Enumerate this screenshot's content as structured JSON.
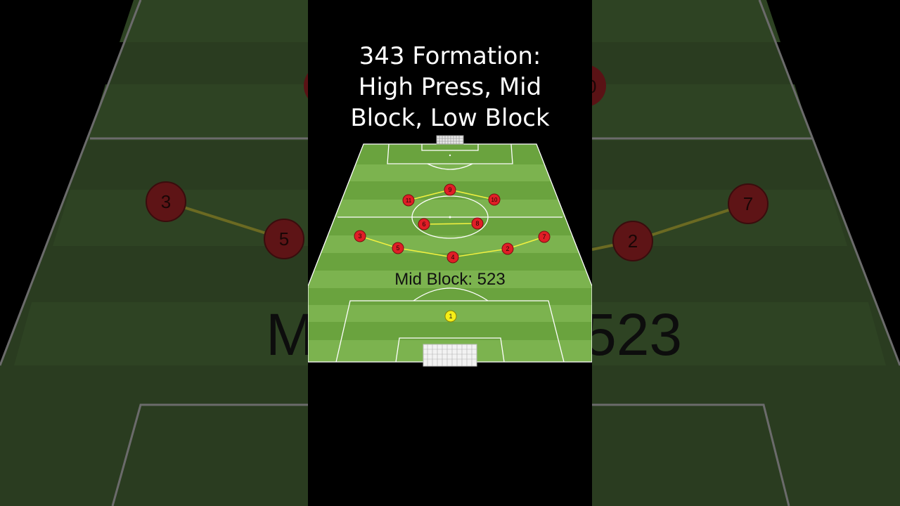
{
  "title_lines": [
    "343 Formation:",
    "High Press, Mid",
    "Block, Low Block"
  ],
  "caption": "Mid Block: 523",
  "background_caption": {
    "left_fragment": "M",
    "right_fragment": "523"
  },
  "colors": {
    "pitch_light": "#7cb34f",
    "pitch_dark": "#6aa33e",
    "player_fill": "#e01e26",
    "goalkeeper_fill": "#f4ee18",
    "link_line": "#f0f040"
  },
  "players": [
    {
      "number": "1",
      "role": "goalkeeper"
    },
    {
      "number": "2"
    },
    {
      "number": "3"
    },
    {
      "number": "4"
    },
    {
      "number": "5"
    },
    {
      "number": "6"
    },
    {
      "number": "7"
    },
    {
      "number": "8"
    },
    {
      "number": "9"
    },
    {
      "number": "10"
    },
    {
      "number": "11"
    }
  ],
  "background_players": {
    "left": [
      "3",
      "5"
    ],
    "right": [
      "7",
      "2"
    ]
  }
}
